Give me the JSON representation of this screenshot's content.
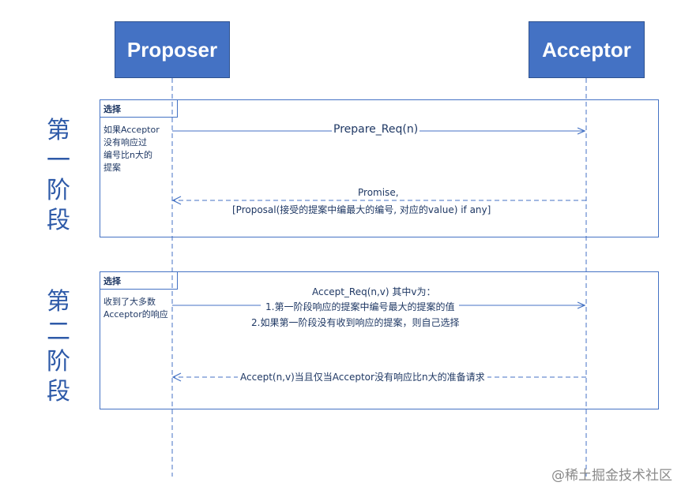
{
  "actors": {
    "proposer": "Proposer",
    "acceptor": "Acceptor"
  },
  "phases": [
    {
      "label": "第\n一\n阶\n段"
    },
    {
      "label": "第\n二\n阶\n段"
    }
  ],
  "frames": [
    {
      "tab_label": "选择",
      "guard": "如果Acceptor\n没有响应过\n编号比n大的\n提案",
      "messages": {
        "request": "Prepare_Req(n)",
        "response_line1": "Promise,",
        "response_line2": "[Proposal(接受的提案中编最大的编号, 对应的value) if any]"
      }
    },
    {
      "tab_label": "选择",
      "guard": "收到了大多数\nAcceptor的响应",
      "messages": {
        "request_title": "Accept_Req(n,v) 其中v为：",
        "request_line1": "1.第一阶段响应的提案中编号最大的提案的值",
        "request_line2": "2.如果第一阶段没有收到响应的提案，则自己选择",
        "response": "Accept(n,v)当且仅当Acceptor没有响应比n大的准备请求"
      }
    }
  ],
  "watermark": "@稀土掘金技术社区",
  "colors": {
    "actor_fill": "#4472c4",
    "line": "#4472c4",
    "text": "#1f3864",
    "phase_text": "#2e5aa8"
  }
}
